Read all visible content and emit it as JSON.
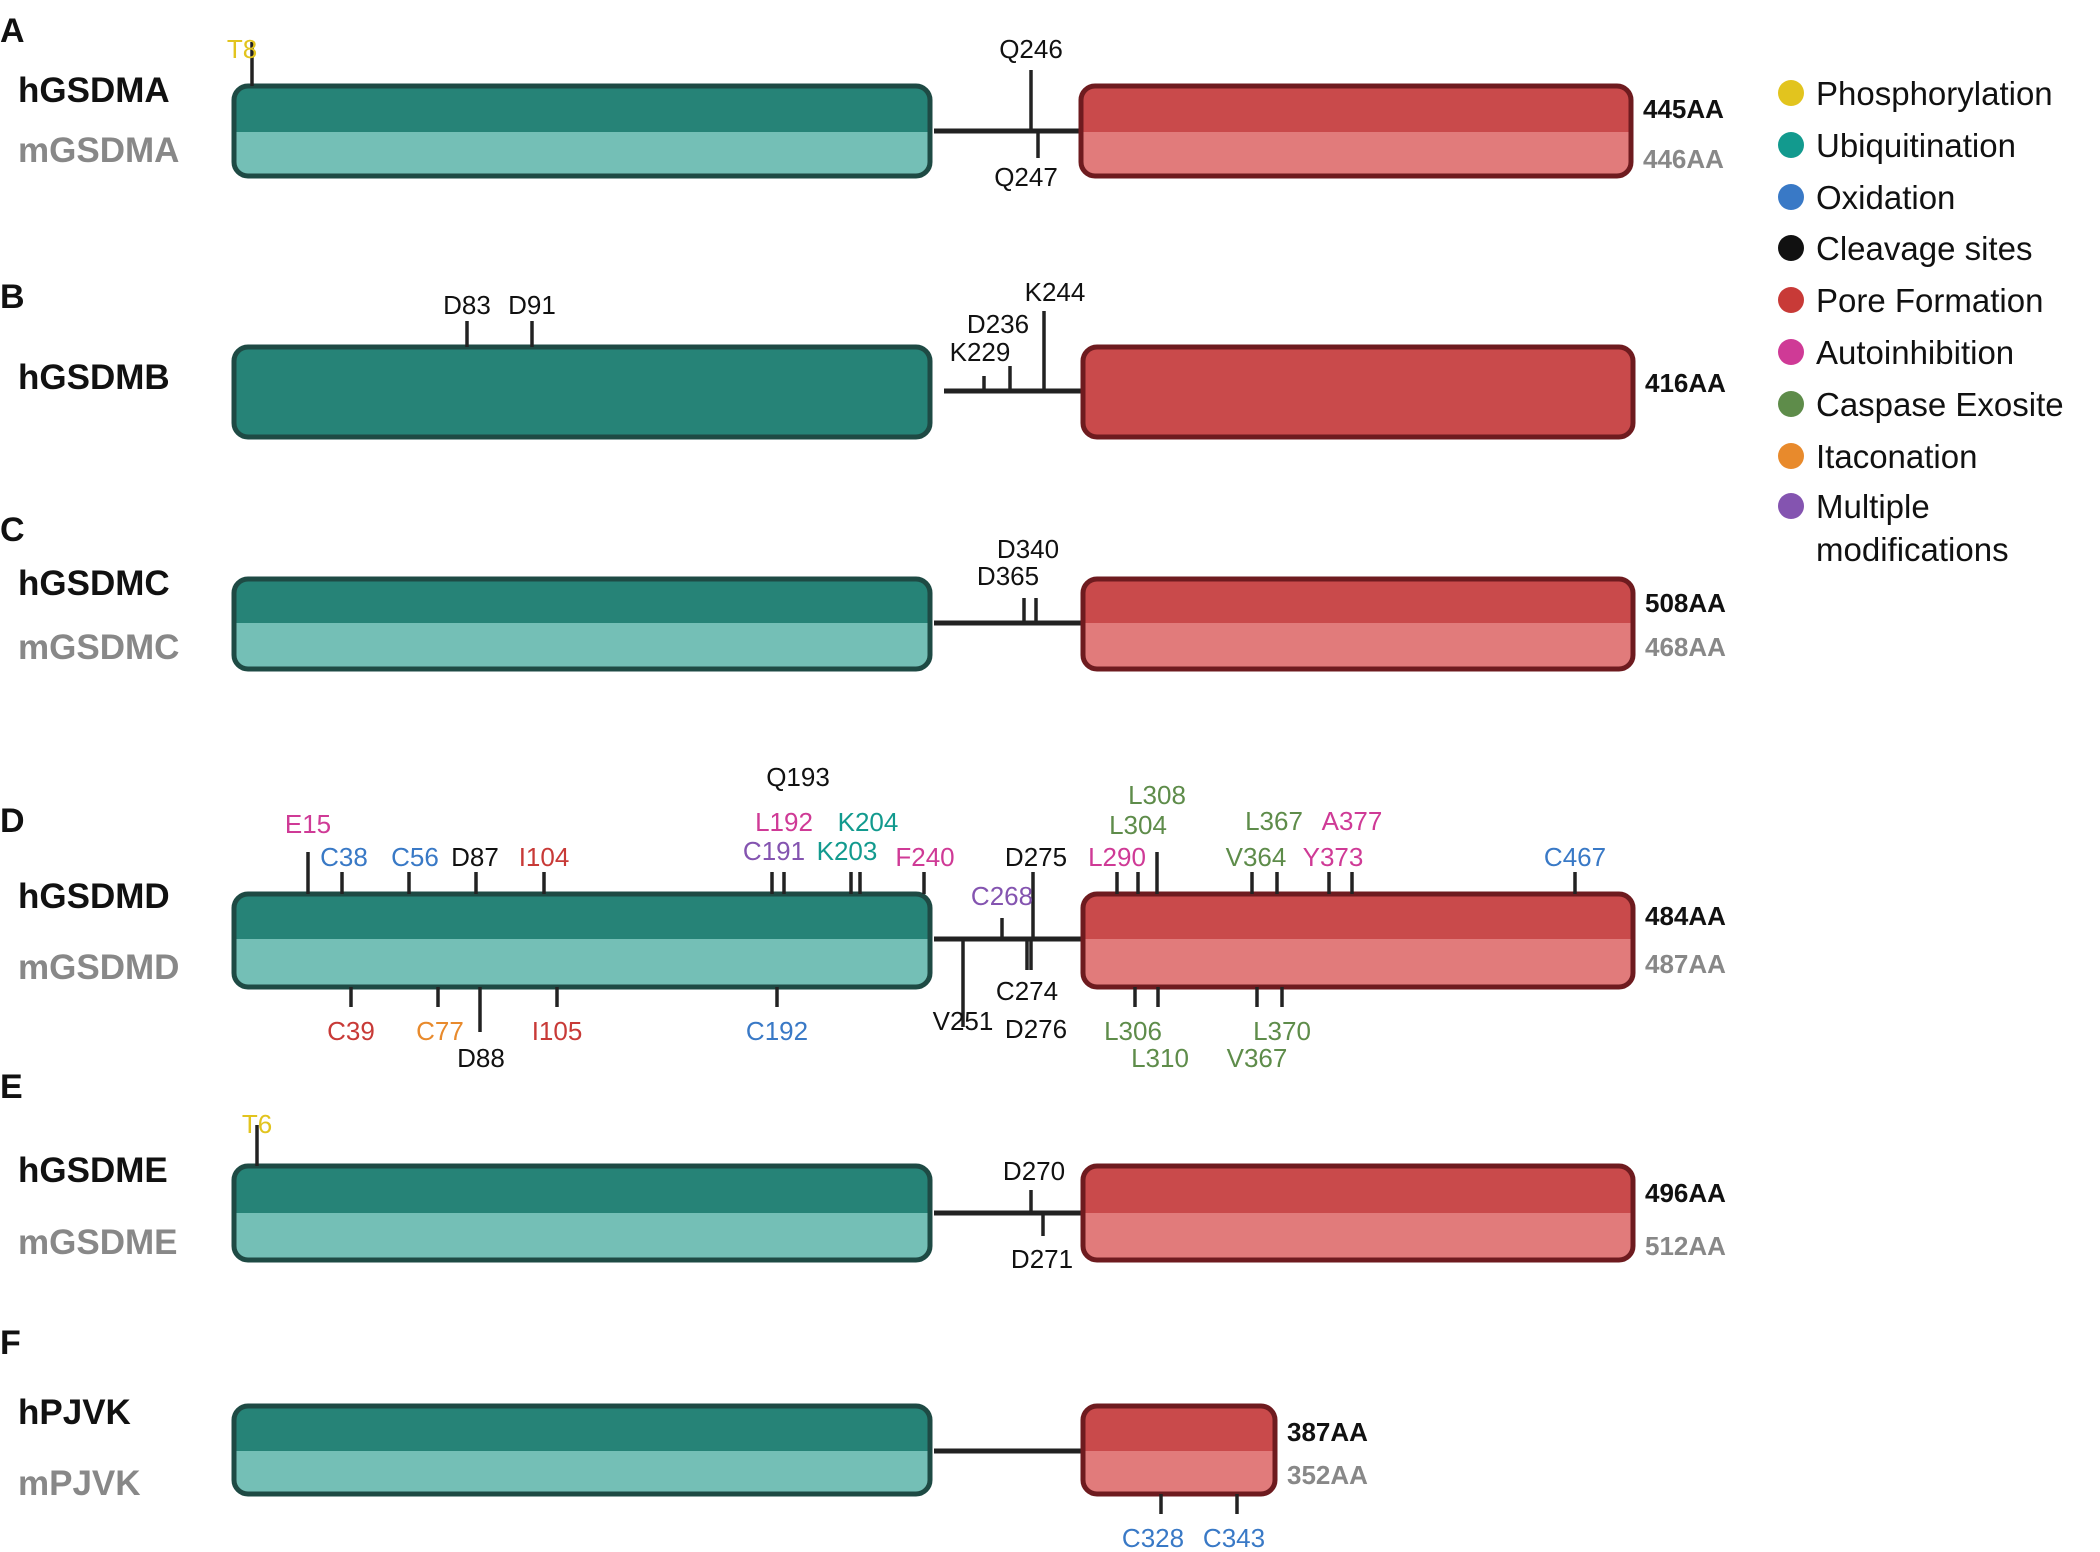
{
  "colors": {
    "nterm_dark": "#268377",
    "nterm_light": "#74bfb6",
    "nterm_border": "#1e4a44",
    "cterm_dark": "#c94a4b",
    "cterm_light": "#e17b7b",
    "cterm_border": "#6e1b1f",
    "human_text": "#111111",
    "mouse_text": "#888888",
    "linker": "#222222"
  },
  "legend": [
    {
      "label": "Phosphorylation",
      "color": "#e2c41e"
    },
    {
      "label": "Ubiquitination",
      "color": "#129a8e"
    },
    {
      "label": "Oxidation",
      "color": "#3979c6"
    },
    {
      "label": "Cleavage sites",
      "color": "#111111"
    },
    {
      "label": "Pore Formation",
      "color": "#c83a37"
    },
    {
      "label": "Autoinhibition",
      "color": "#cf3a96"
    },
    {
      "label": "Caspase Exosite",
      "color": "#5e8c4a"
    },
    {
      "label": "Itaconation",
      "color": "#e88a2c"
    },
    {
      "label": "Multiple modifications",
      "lines": [
        "Multiple",
        "modifications"
      ],
      "color": "#8454b0"
    }
  ],
  "panels": [
    {
      "letter": "A",
      "human": "hGSDMA",
      "mouse": "mGSDMA",
      "human_length": "445AA",
      "mouse_length": "446AA",
      "sites": [
        {
          "label": "T8",
          "type": "Phosphorylation",
          "side": "top"
        },
        {
          "label": "Q246",
          "type": "Cleavage sites",
          "side": "top"
        },
        {
          "label": "Q247",
          "type": "Cleavage sites",
          "side": "bottom"
        }
      ]
    },
    {
      "letter": "B",
      "human": "hGSDMB",
      "mouse": "",
      "human_length": "416AA",
      "mouse_length": "",
      "sites": [
        {
          "label": "D83",
          "type": "Cleavage sites",
          "side": "top"
        },
        {
          "label": "D91",
          "type": "Cleavage sites",
          "side": "top"
        },
        {
          "label": "K244",
          "type": "Cleavage sites",
          "side": "top"
        },
        {
          "label": "D236",
          "type": "Cleavage sites",
          "side": "top"
        },
        {
          "label": "K229",
          "type": "Cleavage sites",
          "side": "top"
        }
      ]
    },
    {
      "letter": "C",
      "human": "hGSDMC",
      "mouse": "mGSDMC",
      "human_length": "508AA",
      "mouse_length": "468AA",
      "sites": [
        {
          "label": "D340",
          "type": "Cleavage sites",
          "side": "top"
        },
        {
          "label": "D365",
          "type": "Cleavage sites",
          "side": "top"
        }
      ]
    },
    {
      "letter": "D",
      "human": "hGSDMD",
      "mouse": "mGSDMD",
      "human_length": "484AA",
      "mouse_length": "487AA",
      "sites": [
        {
          "label": "E15",
          "type": "Autoinhibition",
          "side": "top"
        },
        {
          "label": "C38",
          "type": "Oxidation",
          "side": "top"
        },
        {
          "label": "C56",
          "type": "Oxidation",
          "side": "top"
        },
        {
          "label": "D87",
          "type": "Cleavage sites",
          "side": "top"
        },
        {
          "label": "I104",
          "type": "Pore Formation",
          "side": "top"
        },
        {
          "label": "Q193",
          "type": "Cleavage sites",
          "side": "top"
        },
        {
          "label": "L192",
          "type": "Autoinhibition",
          "side": "top"
        },
        {
          "label": "C191",
          "type": "Multiple modifications",
          "side": "top"
        },
        {
          "label": "K204",
          "type": "Ubiquitination",
          "side": "top"
        },
        {
          "label": "K203",
          "type": "Ubiquitination",
          "side": "top"
        },
        {
          "label": "F240",
          "type": "Autoinhibition",
          "side": "top"
        },
        {
          "label": "D275",
          "type": "Cleavage sites",
          "side": "top"
        },
        {
          "label": "C268",
          "type": "Multiple modifications",
          "side": "top"
        },
        {
          "label": "L290",
          "type": "Autoinhibition",
          "side": "top"
        },
        {
          "label": "L308",
          "type": "Caspase Exosite",
          "side": "top"
        },
        {
          "label": "L304",
          "type": "Caspase Exosite",
          "side": "top"
        },
        {
          "label": "L367",
          "type": "Caspase Exosite",
          "side": "top"
        },
        {
          "label": "A377",
          "type": "Autoinhibition",
          "side": "top"
        },
        {
          "label": "V364",
          "type": "Caspase Exosite",
          "side": "top"
        },
        {
          "label": "Y373",
          "type": "Autoinhibition",
          "side": "top"
        },
        {
          "label": "C467",
          "type": "Oxidation",
          "side": "top"
        },
        {
          "label": "C39",
          "type": "Pore Formation",
          "side": "bottom"
        },
        {
          "label": "C77",
          "type": "Itaconation",
          "side": "bottom"
        },
        {
          "label": "D88",
          "type": "Cleavage sites",
          "side": "bottom"
        },
        {
          "label": "I105",
          "type": "Pore Formation",
          "side": "bottom"
        },
        {
          "label": "C192",
          "type": "Oxidation",
          "side": "bottom"
        },
        {
          "label": "V251",
          "type": "Cleavage sites",
          "side": "bottom"
        },
        {
          "label": "C274",
          "type": "Cleavage sites",
          "side": "bottom"
        },
        {
          "label": "D276",
          "type": "Cleavage sites",
          "side": "bottom"
        },
        {
          "label": "L306",
          "type": "Caspase Exosite",
          "side": "bottom"
        },
        {
          "label": "L310",
          "type": "Caspase Exosite",
          "side": "bottom"
        },
        {
          "label": "L370",
          "type": "Caspase Exosite",
          "side": "bottom"
        },
        {
          "label": "V367",
          "type": "Caspase Exosite",
          "side": "bottom"
        }
      ]
    },
    {
      "letter": "E",
      "human": "hGSDME",
      "mouse": "mGSDME",
      "human_length": "496AA",
      "mouse_length": "512AA",
      "sites": [
        {
          "label": "T6",
          "type": "Phosphorylation",
          "side": "top"
        },
        {
          "label": "D270",
          "type": "Cleavage sites",
          "side": "top"
        },
        {
          "label": "D271",
          "type": "Cleavage sites",
          "side": "bottom"
        }
      ]
    },
    {
      "letter": "F",
      "human": "hPJVK",
      "mouse": "mPJVK",
      "human_length": "387AA",
      "mouse_length": "352AA",
      "sites": [
        {
          "label": "C328",
          "type": "Oxidation",
          "side": "bottom"
        },
        {
          "label": "C343",
          "type": "Oxidation",
          "side": "bottom"
        }
      ]
    }
  ]
}
